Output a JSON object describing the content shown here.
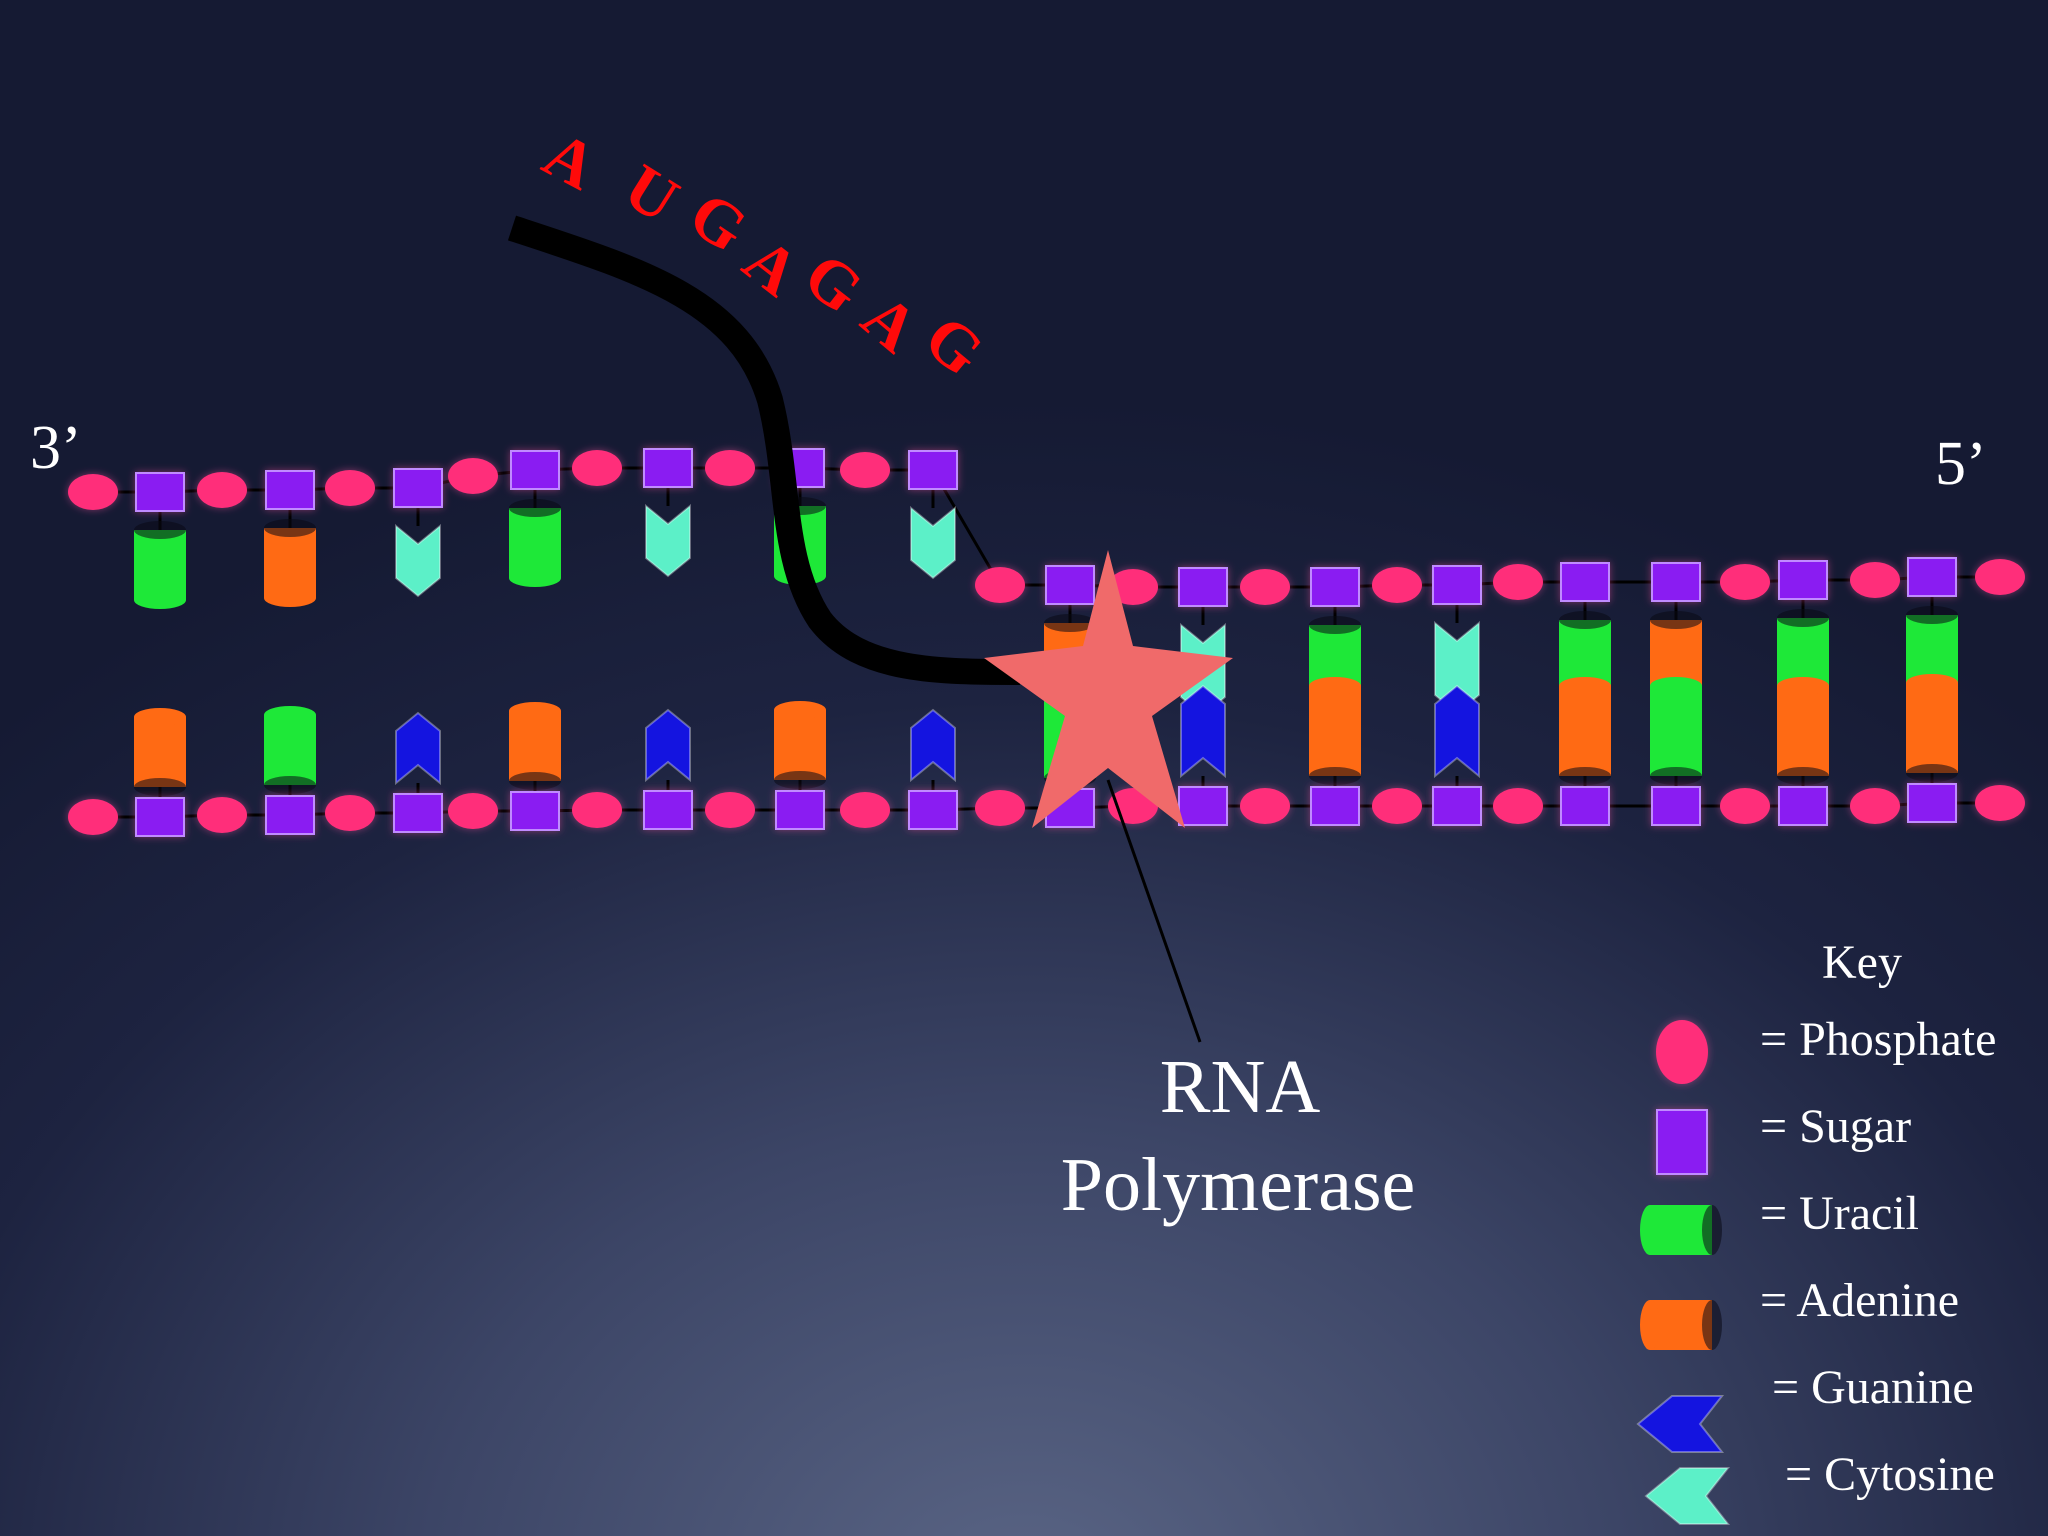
{
  "strand_labels": {
    "left": "3’",
    "right": "5’"
  },
  "rna_sequence": [
    "A",
    "U",
    "G",
    "A",
    "G",
    "A",
    "G"
  ],
  "enzyme_label": {
    "line1": "RNA",
    "line2": "Polymerase"
  },
  "top_strand_bases": [
    "uracil",
    "adenine",
    "cytosine",
    "uracil",
    "cytosine",
    "uracil",
    "cytosine",
    "adenine",
    "cytosine",
    "uracil",
    "cytosine",
    "uracil",
    "adenine",
    "uracil",
    "uracil"
  ],
  "bottom_strand_bases": [
    "adenine",
    "uracil",
    "guanine",
    "adenine",
    "guanine",
    "adenine",
    "guanine",
    "uracil",
    "guanine",
    "adenine",
    "guanine",
    "adenine",
    "uracil",
    "adenine",
    "adenine"
  ],
  "key": {
    "title": "Key",
    "items": [
      {
        "symbol": "phosphate",
        "label": "= Phosphate"
      },
      {
        "symbol": "sugar",
        "label": "= Sugar"
      },
      {
        "symbol": "uracil",
        "label": "= Uracil"
      },
      {
        "symbol": "adenine",
        "label": "= Adenine"
      },
      {
        "symbol": "guanine",
        "label": "= Guanine"
      },
      {
        "symbol": "cytosine",
        "label": "= Cytosine"
      }
    ]
  },
  "colors": {
    "phosphate": "#ff2d7a",
    "sugar": "#8a1cf2",
    "uracil": "#1ee838",
    "uracil_light": "#7ee82a",
    "adenine": "#ff6a14",
    "guanine": "#1414e0",
    "cytosine": "#5cf0c8",
    "rna_letters": "#ff0a0a",
    "polymerase": "#f06a6a",
    "rna_strand": "#000000",
    "text": "#ffffff"
  }
}
